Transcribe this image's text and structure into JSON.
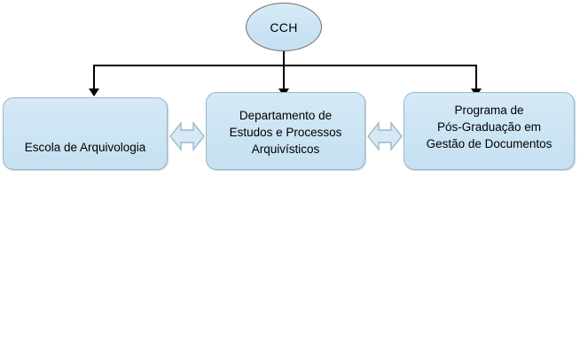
{
  "diagram": {
    "type": "organizational-hierarchy",
    "root": {
      "id": "cch",
      "label": "CCH",
      "shape": "ellipse"
    },
    "nodes": [
      {
        "id": "escola-de-arquivologia",
        "label": "Escola de Arquivologia",
        "shape": "rounded-rectangle"
      },
      {
        "id": "departamento-de-estudos-e-processos-arquivisticos",
        "label": "Departamento de\nEstudos e Processos\nArquivísticos",
        "shape": "rounded-rectangle"
      },
      {
        "id": "programa-de-pos-graduacao-em-gestao-de-documentos",
        "label": "Programa de\nPós-Graduação em\nGestão de Documentos",
        "shape": "rounded-rectangle"
      }
    ],
    "connectors": {
      "hierarchy_arrow": "arrow-down",
      "peer_arrow": "double-headed-horizontal-arrow"
    },
    "colors": {
      "node_fill": "#cde5f4",
      "node_border": "#9ab6c9",
      "root_border": "#6f6f6f",
      "connector": "#000000",
      "peer_arrow_stroke": "#9ab6c9",
      "background": "#ffffff",
      "text": "#000000"
    }
  }
}
